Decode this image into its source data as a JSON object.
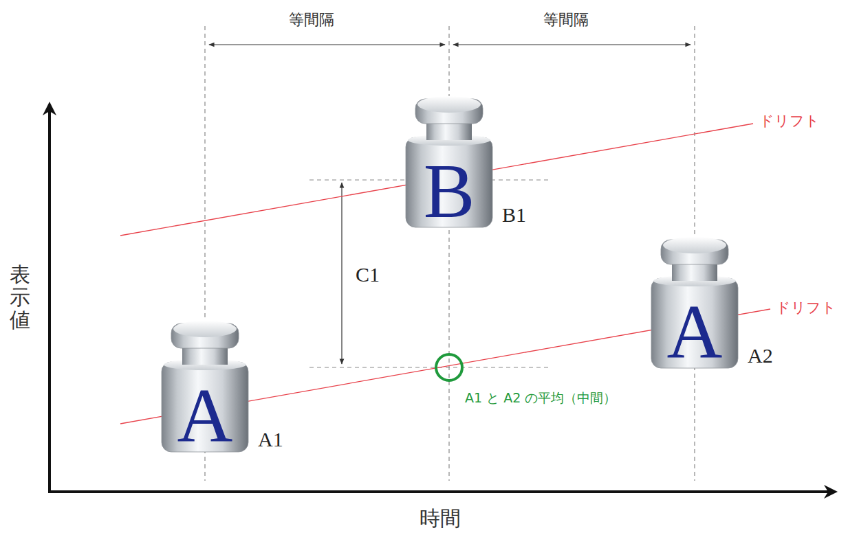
{
  "diagram": {
    "nodes": [
      {
        "text": [
          "A",
          "A1"
        ]
      },
      {
        "text": [
          "B",
          "B1"
        ]
      },
      {
        "text": [
          "A",
          "A2"
        ]
      }
    ],
    "labels": [
      "等間隔",
      "等間隔",
      "ドリフト",
      "ドリフト",
      "C1",
      "A1 と A2 の平均（中間）",
      "表示値",
      "時間"
    ]
  }
}
